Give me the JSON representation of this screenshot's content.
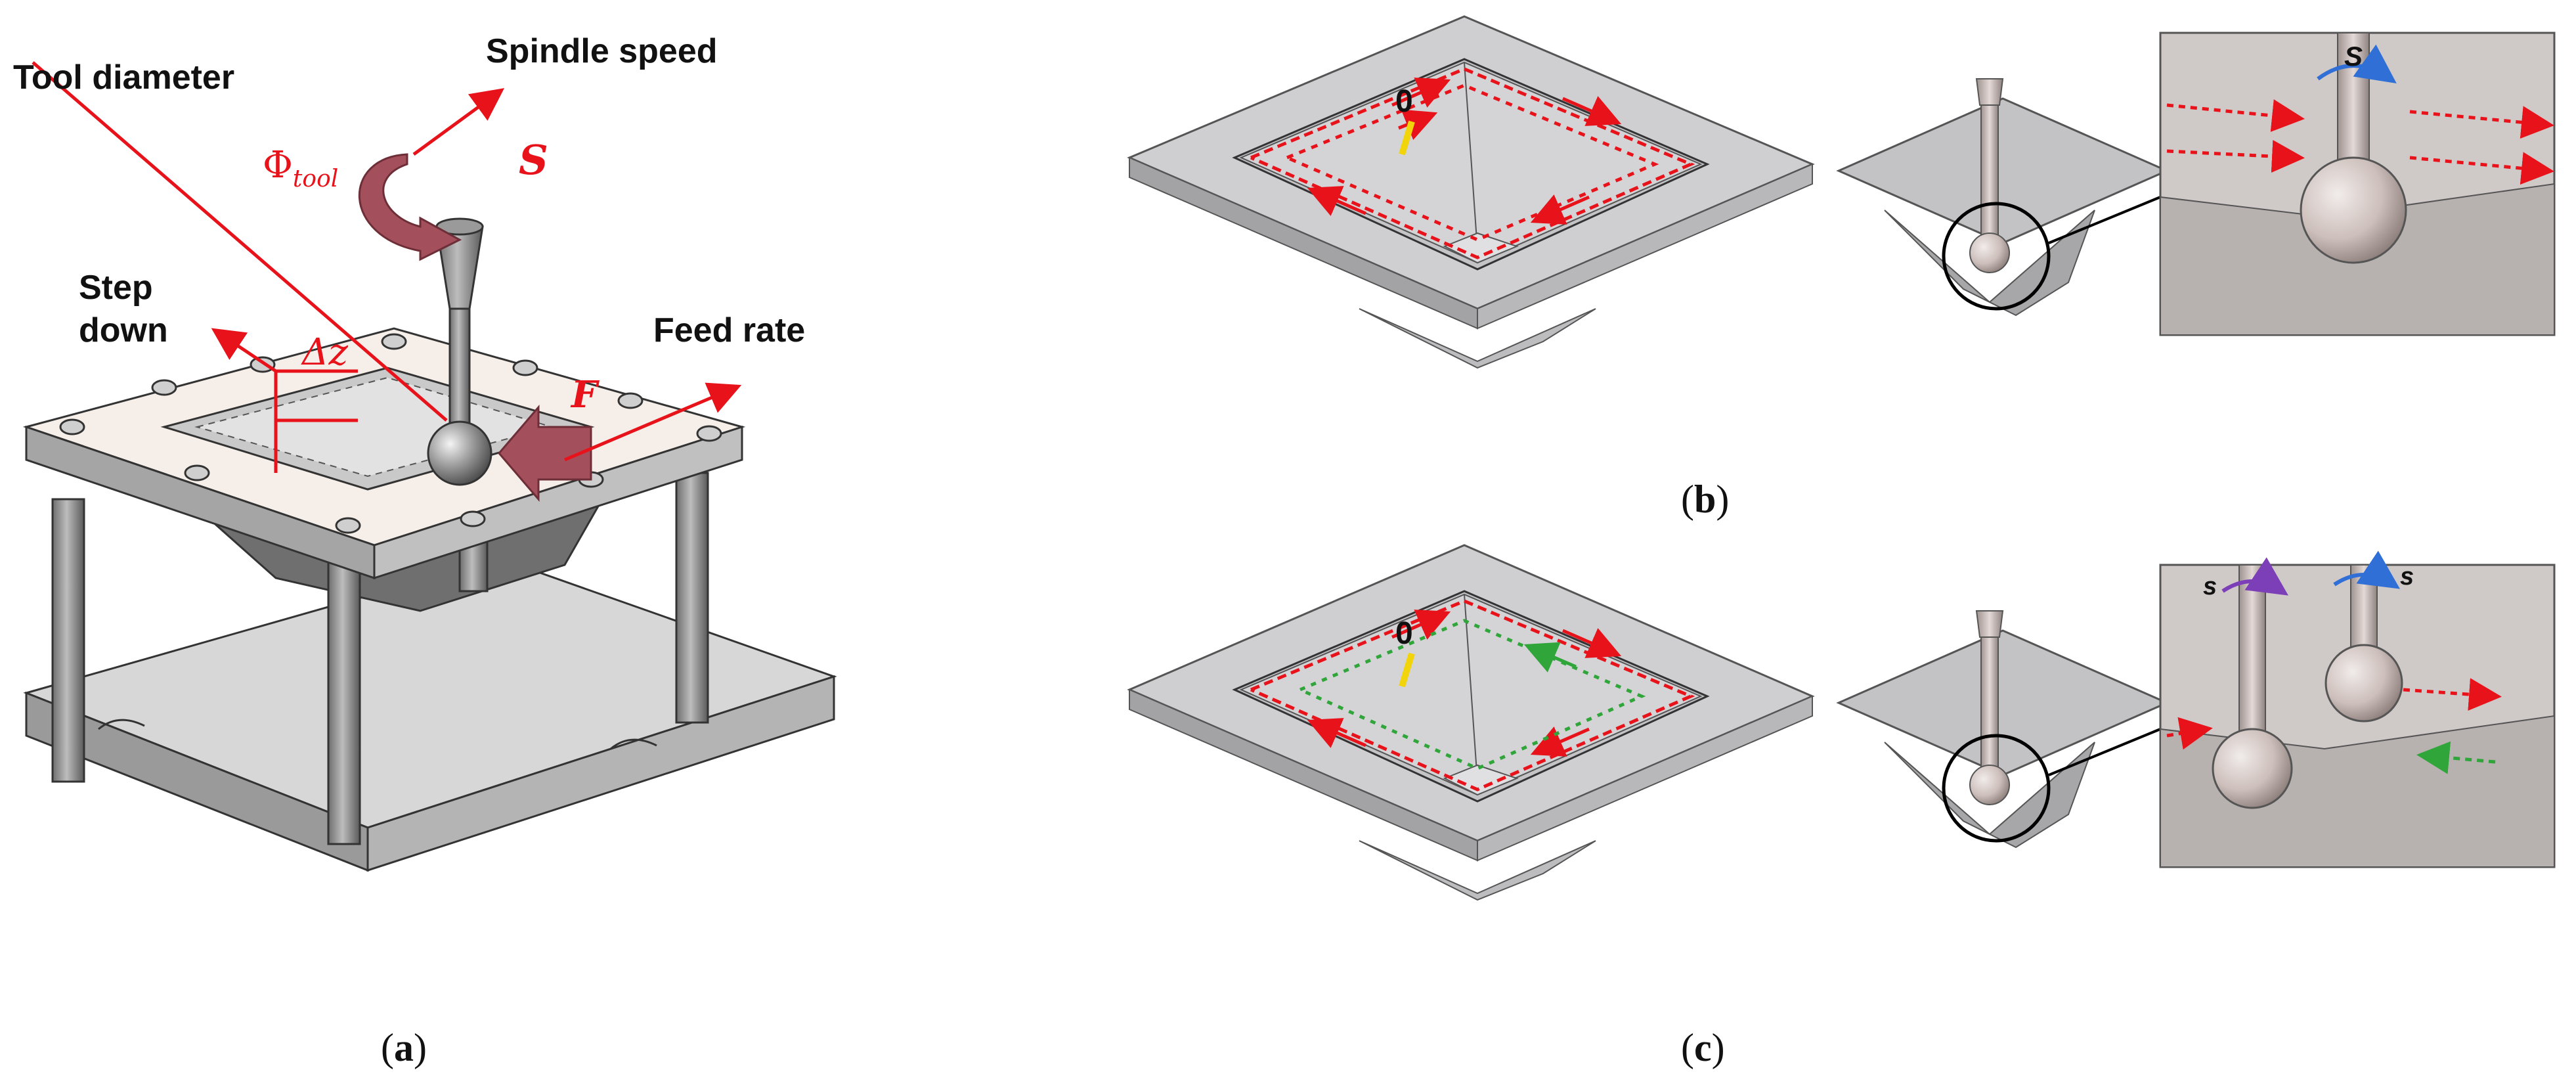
{
  "figure": {
    "panel_a": {
      "caption_open": "(",
      "caption_letter": "a",
      "caption_close": ")",
      "labels": {
        "tool_diameter": "Tool diameter",
        "spindle_speed": "Spindle speed",
        "step_line1": "Step",
        "step_line2": "down",
        "feed_rate": "Feed rate"
      },
      "symbols": {
        "phi_main": "Φ",
        "phi_sub": "tool",
        "spindle": "S",
        "step": "Δz",
        "feed": "F"
      }
    },
    "panel_b": {
      "caption_open": "(",
      "caption_letter": "b",
      "caption_close": ")",
      "start_marker": "0",
      "inset_spindle": "S"
    },
    "panel_c": {
      "caption_open": "(",
      "caption_letter": "c",
      "caption_close": ")",
      "start_marker": "0",
      "inset_spindle_left": "s",
      "inset_spindle_right": "s"
    },
    "colors": {
      "annotation_red": "#e8121a",
      "arrow_maroon": "#a4505c",
      "path_green": "#2fa53a",
      "spindle_blue": "#2f6fd6",
      "spindle_purple": "#7d3fb8",
      "marker_yellow": "#f2d40a",
      "sheet_gray": "#cfcfd1"
    }
  }
}
